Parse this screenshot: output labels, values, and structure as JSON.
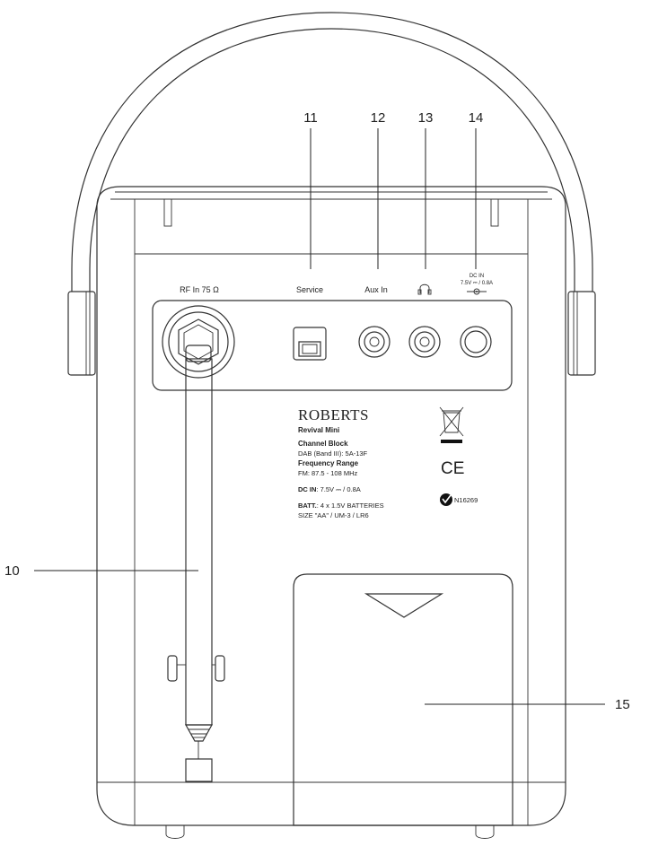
{
  "callouts": {
    "c10": "10",
    "c11": "11",
    "c12": "12",
    "c13": "13",
    "c14": "14",
    "c15": "15"
  },
  "panel_labels": {
    "rf_in": "RF In 75 Ω",
    "service": "Service",
    "aux_in": "Aux In",
    "dc_in_title": "DC IN",
    "dc_in_rating": "7.5V ⎓ / 0.8A"
  },
  "rating_plate": {
    "brand": "ROBERTS",
    "model": "Revival Mini",
    "channel_block_title": "Channel Block",
    "channel_block_value": "DAB (Band III): 5A-13F",
    "frequency_range_title": "Frequency Range",
    "frequency_range_value": "FM: 87.5 - 108 MHz",
    "dc_in_label": "DC IN",
    "dc_in_value": ": 7.5V ⎓ / 0.8A",
    "batt_label": "BATT.",
    "batt_value": ": 4 x 1.5V BATTERIES",
    "batt_size": "SIZE \"AA\" / UM-3 / LR6",
    "compliance_code": "N16269",
    "ce_mark": "CE"
  }
}
